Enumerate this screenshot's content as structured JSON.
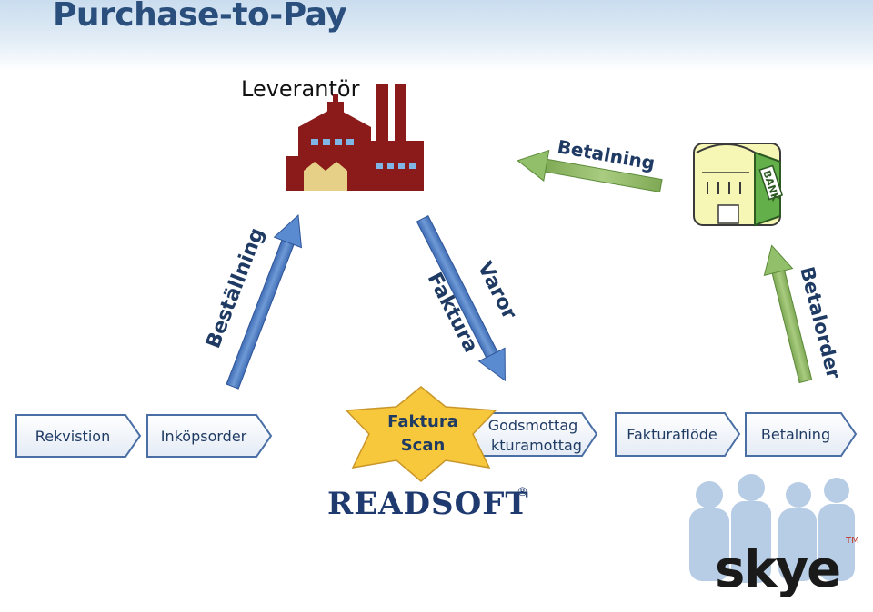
{
  "page_title": "Purchase-to-Pay",
  "supplier_label": "Leverantör",
  "flow_labels": {
    "bestallning": "Beställning",
    "faktura": "Faktura",
    "varor": "Varor",
    "betalning_top": "Betalning",
    "betalorder": "Betalorder"
  },
  "bank_label": "BANK",
  "process_steps": [
    "Rekvistion",
    "Inköpsorder",
    "Godsmottag",
    "kturamottag",
    "Fakturaflöde",
    "Betalning"
  ],
  "faktura_scan": {
    "line1": "Faktura",
    "line2": "Scan"
  },
  "logos": {
    "readsoft": "READSOFT",
    "readsoft_mark": "®",
    "skye": "skye",
    "skye_mark": "TM"
  },
  "colors": {
    "blue_arrow": "#4f7fc4",
    "green_arrow": "#8cb660",
    "factory": "#8b1a1a",
    "star": "#f7c83b",
    "process_border": "#4a6fa5"
  }
}
